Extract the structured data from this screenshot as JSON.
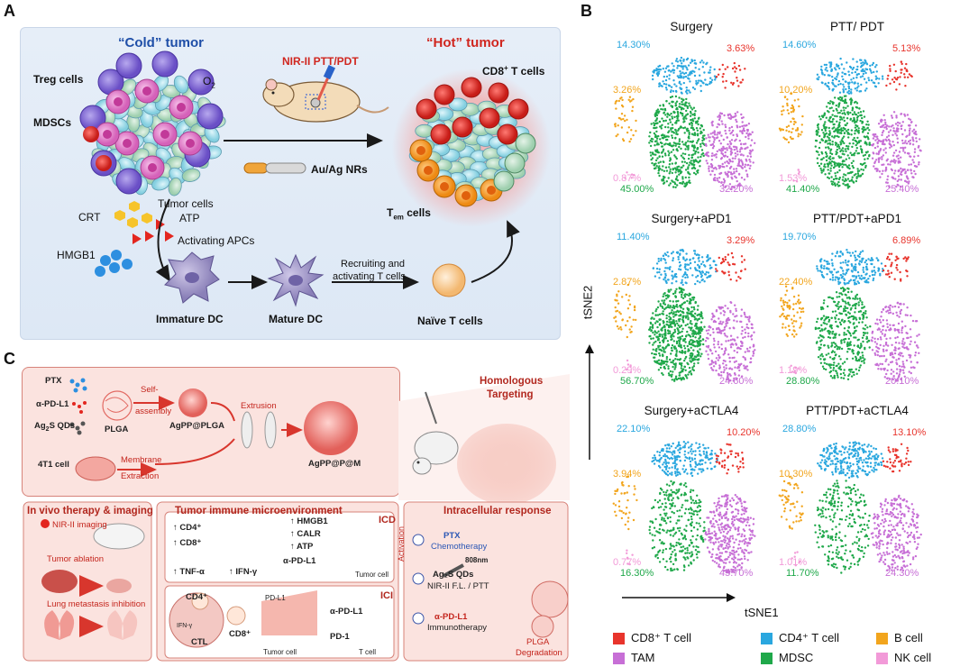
{
  "panel_letters": {
    "a": "A",
    "b": "B",
    "c": "C"
  },
  "panel_a": {
    "cold_title": "“Cold” tumor",
    "hot_title": "“Hot” tumor",
    "treg": "Treg cells",
    "mdscs": "MDSCs",
    "o2": "O",
    "o2_sub": "2",
    "nir": "NIR-II PTT/PDT",
    "nrs": "Au/Ag NRs",
    "cd8": "CD8",
    "cd8_sup": "+",
    "cd8_suffix": " T cells",
    "tumor_cells": "Tumor cells",
    "atp": "ATP",
    "crt": "CRT",
    "hmgb1": "HMGB1",
    "activating_apcs": "Activating APCs",
    "tem": "T",
    "tem_sub": "em",
    "tem_suffix": " cells",
    "immature_dc": "Immature DC",
    "mature_dc": "Mature DC",
    "naive_t": "Naïve T cells",
    "recruit_line1": "Recruiting and",
    "recruit_line2": "activating T cells"
  },
  "panel_c": {
    "ptx": "PTX",
    "apd_l1": "α-PD-L1",
    "ag2s": "Ag",
    "ag2s_sub": "2",
    "ag2s_suffix": "S QDs",
    "plga": "PLGA",
    "self_assembly_1": "Self-",
    "self_assembly_2": "assembly",
    "agpp_plga": "AgPP@PLGA",
    "extrusion": "Extrusion",
    "cell_4t1": "4T1 cell",
    "membrane_1": "Membrane",
    "membrane_2": "Extraction",
    "agpp_pm": "AgPP@P@M",
    "homologous_1": "Homologous",
    "homologous_2": "Targeting",
    "invivo_head": "In vivo therapy & imaging",
    "nir_imaging": "NIR-II imaging",
    "tumor_ablation": "Tumor ablation",
    "lung_metastasis": "Lung metastasis  inhibition",
    "tme_head": "Tumor immune microenvironment",
    "cd4": "↑ CD4⁺",
    "cd8": "↑ CD8⁺",
    "tnf": "↑ TNF-α",
    "ifn": "↑ IFN-γ",
    "hmgb1": "↑ HMGB1",
    "calr": "↑ CALR",
    "atp": "↑ ATP",
    "apdl1_2": "α-PD-L1",
    "tumor_cell": "Tumor cell",
    "icd": "ICD",
    "ici": "ICI",
    "cd4_2": "CD4⁺",
    "cd8_2": "CD8⁺",
    "ifn_2": "IFN-γ",
    "ctl": "CTL",
    "pd_l1": "PD-L1",
    "apdl1_3": "α-PD-L1",
    "pd1": "PD-1",
    "tumor_cell_2": "Tumor cell",
    "t_cell": "T cell",
    "intracellular_head": "Intracellular response",
    "activation": "Activation",
    "ptx_2": "PTX",
    "chemo": "Chemotherapy",
    "nm808": "808nm",
    "ag2s_2": "Ag₂S QDs",
    "nir_fl": "NIR-II F.L. / PTT",
    "apdl1_4": "α-PD-L1",
    "immuno": "Immunotherapy",
    "plga_deg_1": "PLGA",
    "plga_deg_2": "Degradation"
  },
  "panel_b": {
    "axis_x": "tSNE1",
    "axis_y": "tSNE2",
    "plots": [
      {
        "title": "Surgery",
        "cd4": "14.30%",
        "cd8": "3.63%",
        "b": "3.26%",
        "nk": "0.87%",
        "mdsc": "45.00%",
        "tam": "32.20%"
      },
      {
        "title": "PTT/ PDT",
        "cd4": "14.60%",
        "cd8": "5.13%",
        "b": "10.20%",
        "nk": "1.53%",
        "mdsc": "41.40%",
        "tam": "25.40%"
      },
      {
        "title": "Surgery+aPD1",
        "cd4": "11.40%",
        "cd8": "3.29%",
        "b": "2.87%",
        "nk": "0.29%",
        "mdsc": "56.70%",
        "tam": "24.60%"
      },
      {
        "title": "PTT/PDT+aPD1",
        "cd4": "19.70%",
        "cd8": "6.89%",
        "b": "22.40%",
        "nk": "1.19%",
        "mdsc": "28.80%",
        "tam": "20.10%"
      },
      {
        "title": "Surgery+aCTLA4",
        "cd4": "22.10%",
        "cd8": "10.20%",
        "b": "3.94%",
        "nk": "0.77%",
        "mdsc": "16.30%",
        "tam": "45.70%"
      },
      {
        "title": "PTT/PDT+aCTLA4",
        "cd4": "28.80%",
        "cd8": "13.10%",
        "b": "10.30%",
        "nk": "1.01%",
        "mdsc": "11.70%",
        "tam": "24.30%"
      }
    ],
    "legend": [
      {
        "label": "CD8⁺ T cell",
        "color": "#e8342c"
      },
      {
        "label": "CD4⁺ T cell",
        "color": "#2aa7df"
      },
      {
        "label": "B cell",
        "color": "#f2a51d"
      },
      {
        "label": "TAM",
        "color": "#c76fd6"
      },
      {
        "label": "MDSC",
        "color": "#1fa84a"
      },
      {
        "label": "NK cell",
        "color": "#f29ad8"
      }
    ],
    "colors": {
      "cd8": "#e8342c",
      "cd4": "#2aa7df",
      "b": "#f2a51d",
      "tam": "#c76fd6",
      "mdsc": "#1fa84a",
      "nk": "#f29ad8"
    }
  }
}
